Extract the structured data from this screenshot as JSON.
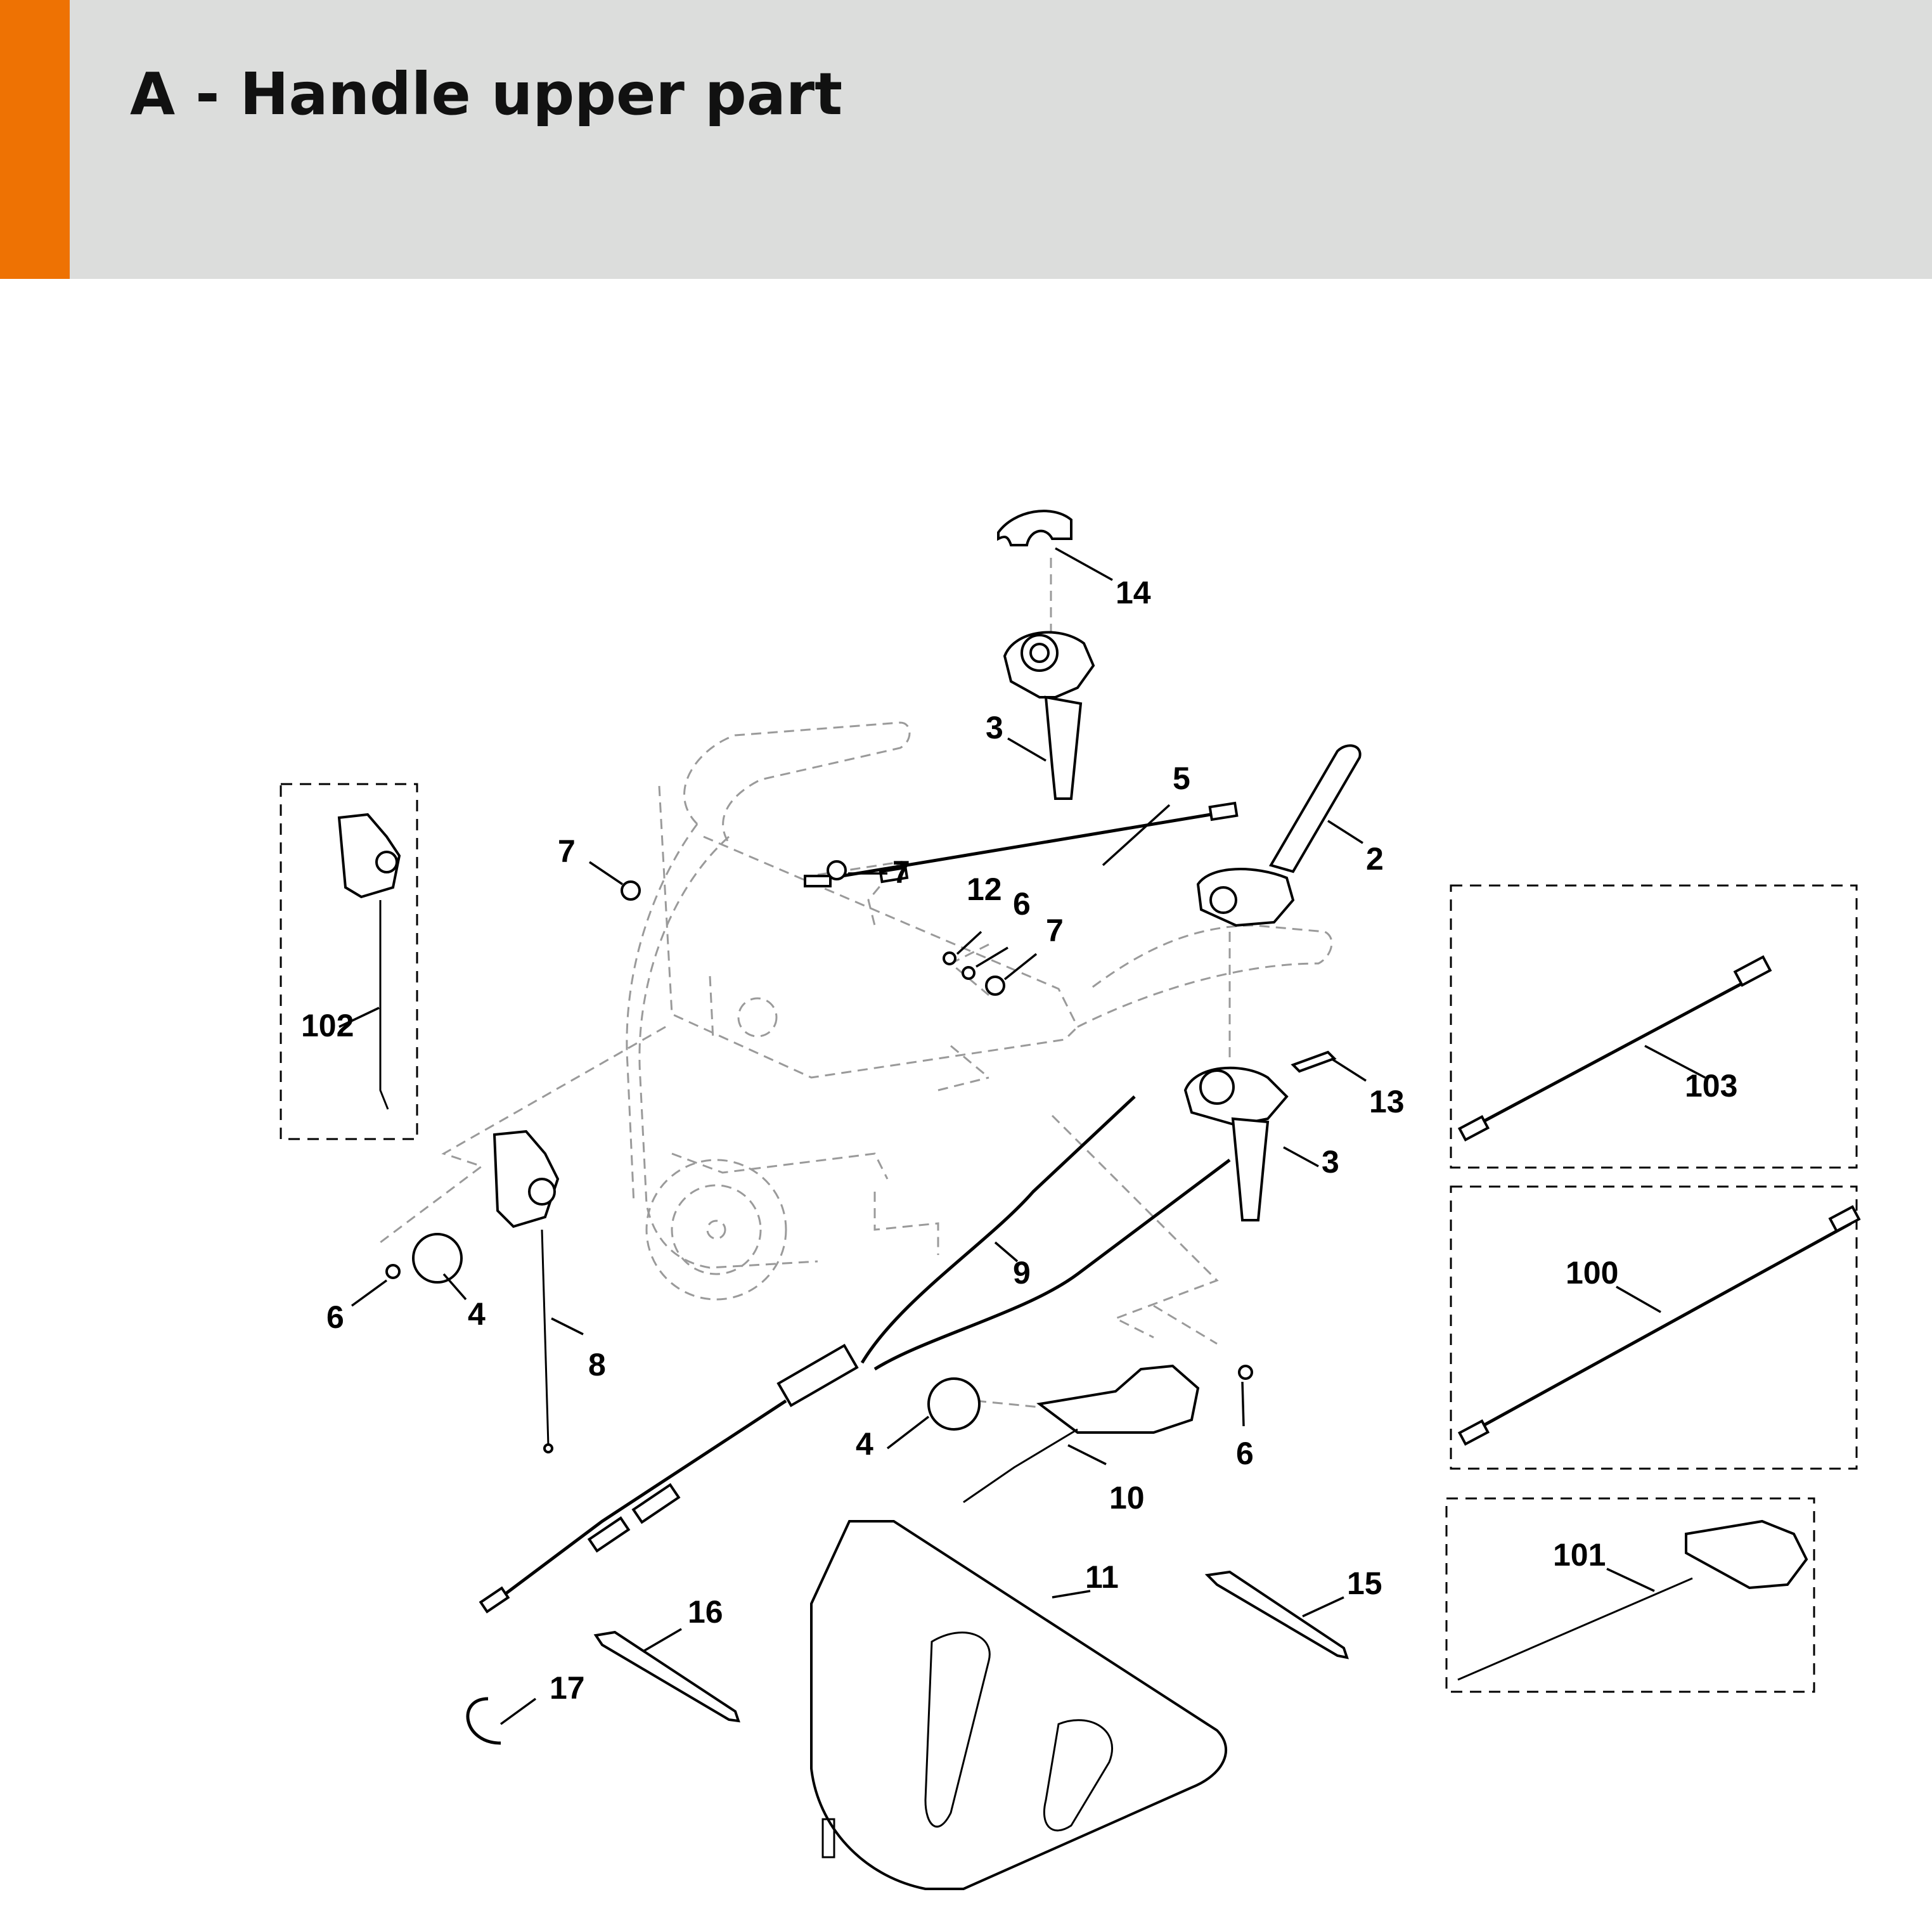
{
  "header": {
    "title": "A - Handle upper part",
    "accent_color": "#ee7203",
    "background_color": "#dcdddc"
  },
  "callouts": {
    "c14": "14",
    "c3_top": "3",
    "c5": "5",
    "c2": "2",
    "c7_left": "7",
    "c7_mid": "7",
    "c12": "12",
    "c6_mid": "6",
    "c7_right": "7",
    "c102": "102",
    "c13": "13",
    "c3_right": "3",
    "c103": "103",
    "c9": "9",
    "c6_left": "6",
    "c4_left": "4",
    "c8": "8",
    "c100": "100",
    "c4_mid": "4",
    "c10": "10",
    "c6_right": "6",
    "c11": "11",
    "c15": "15",
    "c16": "16",
    "c17": "17",
    "c101": "101"
  }
}
